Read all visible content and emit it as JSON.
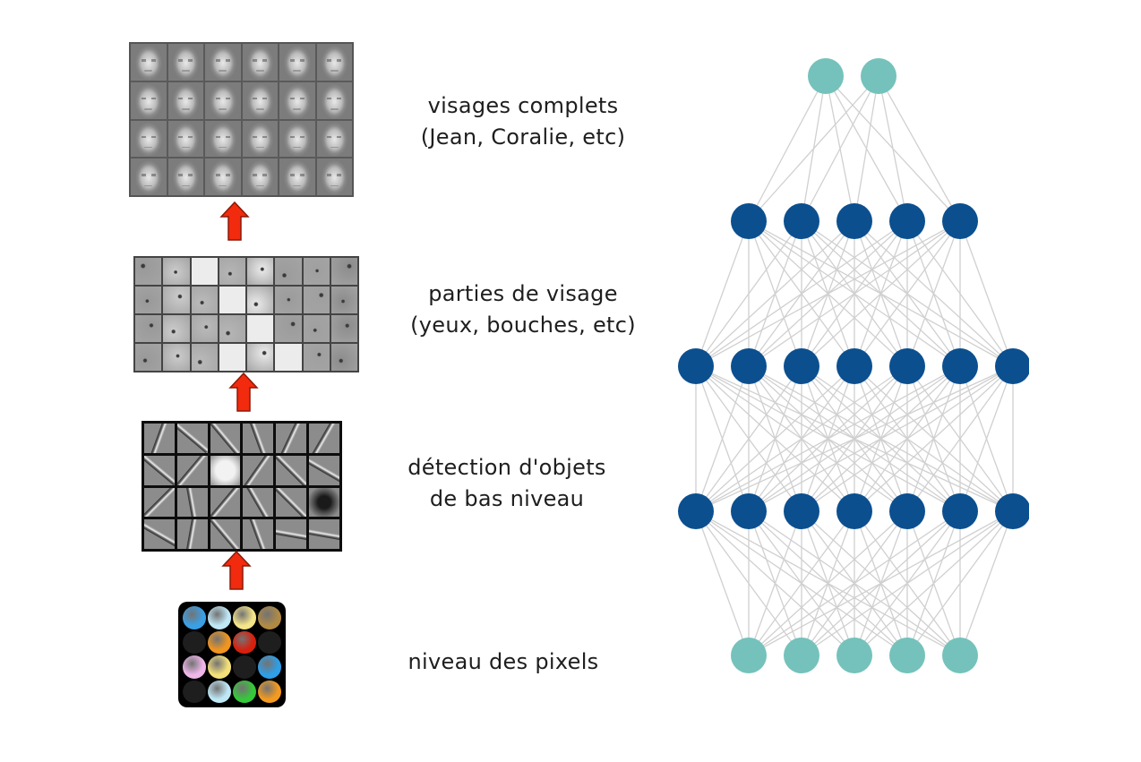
{
  "diagram": {
    "title": "Hierarchical feature learning in a neural network",
    "colors": {
      "arrow": "#f22a0e",
      "arrow_outline": "#8a1a08",
      "edge": "#d0d0d0",
      "node_dark": "#0b4f8f",
      "node_light": "#74c2bb"
    },
    "levels": [
      {
        "id": "faces",
        "image": "face-prototypes-grid",
        "grid": [
          4,
          6
        ],
        "label_lines": [
          "visages complets",
          "(Jean, Coralie, etc)"
        ]
      },
      {
        "id": "parts",
        "image": "face-parts-grid",
        "grid": [
          4,
          8
        ],
        "label_lines": [
          "parties de visage",
          "(yeux, bouches, etc)"
        ]
      },
      {
        "id": "edges",
        "image": "edge-filters-grid",
        "grid": [
          4,
          6
        ],
        "label_lines": [
          "détection d'objets",
          "de bas niveau"
        ]
      },
      {
        "id": "pixels",
        "image": "colored-pixels-grid",
        "grid": [
          4,
          4
        ],
        "label_lines": [
          "niveau des pixels"
        ],
        "pixel_colors": [
          "#3aa0e6",
          "#bfe8f6",
          "#f4e48a",
          "#b08a45",
          "#1a1a1a",
          "#f0951f",
          "#d8200e",
          "#1a1a1a",
          "#efb6ea",
          "#f4e07a",
          "#1a1a1a",
          "#2e9ee8",
          "#1a1a1a",
          "#bfe8f6",
          "#36c83a",
          "#f39a1f"
        ]
      }
    ],
    "network": {
      "layers": [
        {
          "name": "output",
          "nodes": 2,
          "style": "light"
        },
        {
          "name": "hidden-3",
          "nodes": 5,
          "style": "dark"
        },
        {
          "name": "hidden-2",
          "nodes": 7,
          "style": "dark"
        },
        {
          "name": "hidden-1",
          "nodes": 7,
          "style": "dark"
        },
        {
          "name": "input",
          "nodes": 5,
          "style": "light"
        }
      ],
      "connectivity": "fully-connected"
    }
  }
}
